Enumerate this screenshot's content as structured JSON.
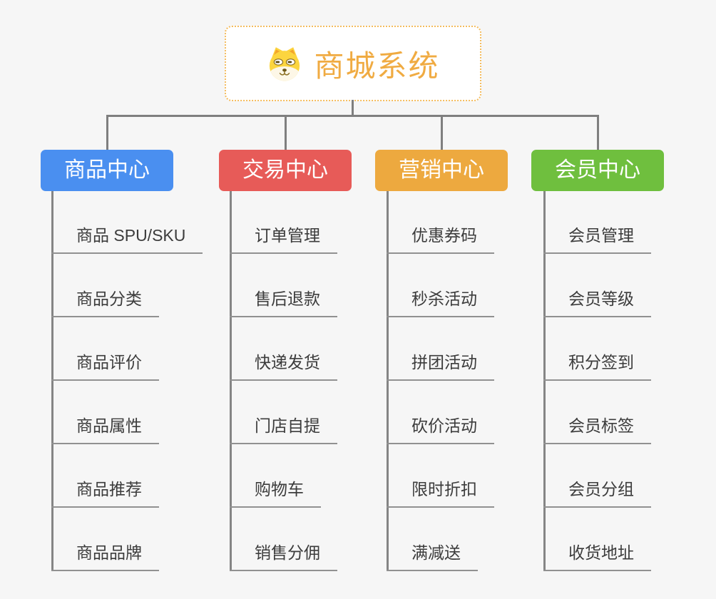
{
  "root": {
    "label": "商城系统",
    "icon": "dog-face-icon"
  },
  "branches": [
    {
      "label": "商品中心",
      "color": "#4a8ff0",
      "children": [
        "商品 SPU/SKU",
        "商品分类",
        "商品评价",
        "商品属性",
        "商品推荐",
        "商品品牌"
      ]
    },
    {
      "label": "交易中心",
      "color": "#e75b58",
      "children": [
        "订单管理",
        "售后退款",
        "快递发货",
        "门店自提",
        "购物车",
        "销售分佣"
      ]
    },
    {
      "label": "营销中心",
      "color": "#eda93f",
      "children": [
        "优惠券码",
        "秒杀活动",
        "拼团活动",
        "砍价活动",
        "限时折扣",
        "满减送"
      ]
    },
    {
      "label": "会员中心",
      "color": "#6fbf3e",
      "children": [
        "会员管理",
        "会员等级",
        "积分签到",
        "会员标签",
        "会员分组",
        "收货地址"
      ]
    }
  ],
  "colors": {
    "background": "#f6f6f6",
    "root_accent": "#f0ab42",
    "root_border": "#f4bc5e",
    "connector_gray": "#7f7f7f",
    "leaf_text": "#3c3c3c"
  }
}
